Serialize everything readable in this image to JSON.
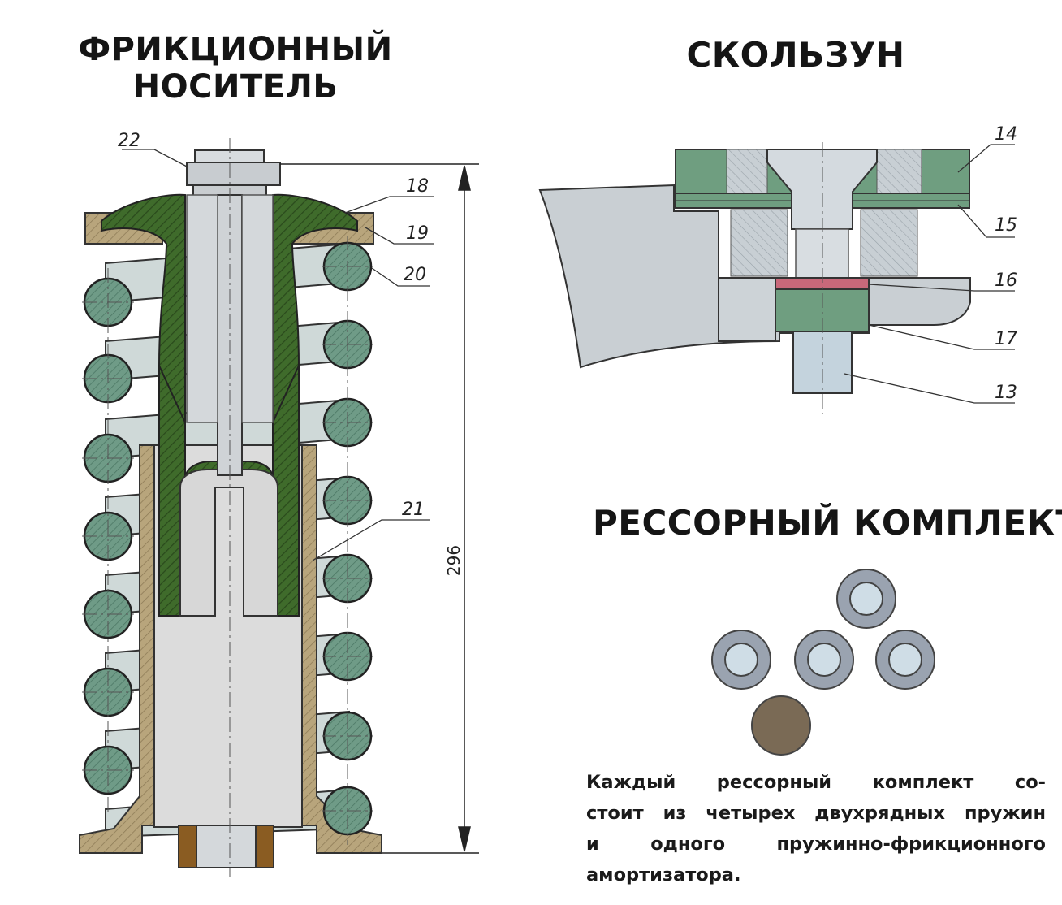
{
  "titles": {
    "friction_line1": "ФРИКЦИОННЫЙ",
    "friction_line2": "НОСИТЕЛЬ",
    "slider": "СКОЛЬЗУН",
    "spring_set": "РЕССОРНЫЙ КОМПЛЕКТ"
  },
  "friction_labels": {
    "p22": "22",
    "p18": "18",
    "p19": "19",
    "p20": "20",
    "p21": "21"
  },
  "dimension": "296",
  "slider_labels": {
    "p14": "14",
    "p15": "15",
    "p16": "16",
    "p17": "17",
    "p13": "13"
  },
  "caption": {
    "line1": "Каждый рессорный комплект со-",
    "line2": "стоит из четырех двухрядных пружин",
    "line3": "и одного пружинно-фрикционного",
    "line4": "амортизатора."
  },
  "colors": {
    "green_part": "#3f6b2b",
    "bronze": "#b8a57c",
    "steel": "#cdd5db",
    "coil": "#6f9b87",
    "slider_green": "#6f9e80",
    "damper_circle": "#7a6a55"
  }
}
